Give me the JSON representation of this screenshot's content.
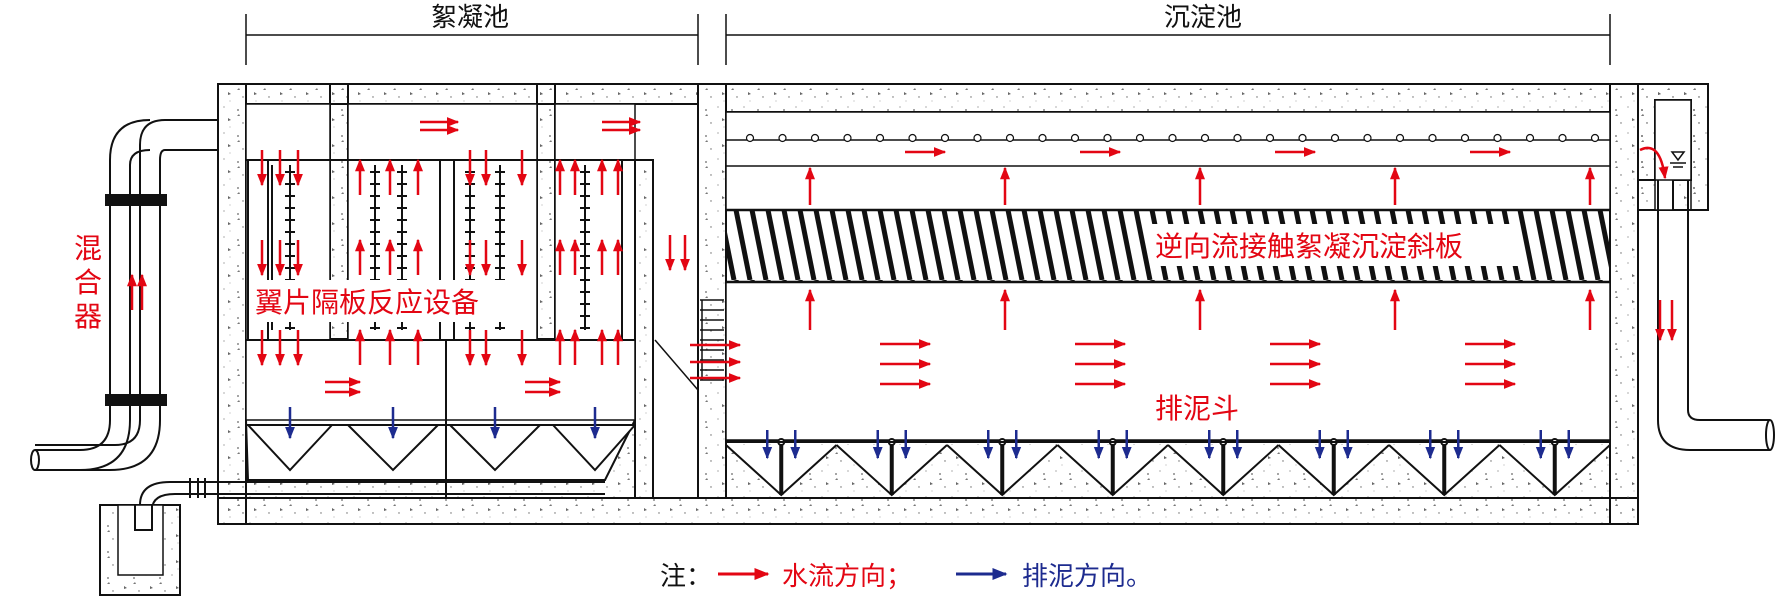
{
  "labels": {
    "flocculation_tank": "絮凝池",
    "sedimentation_tank": "沉淀池",
    "mixer": "混合器",
    "wing_baffle_equipment": "翼片隔板反应设备",
    "inclined_plate": "逆向流接触絮凝沉淀斜板",
    "sludge_hopper": "排泥斗"
  },
  "legend": {
    "prefix": "注：",
    "water_flow": "水流方向；",
    "sludge_discharge": "排泥方向。"
  },
  "colors": {
    "water_flow": "#e30613",
    "sludge_flow": "#1d2b8f",
    "line": "#111111",
    "concrete": "#ffffff",
    "label_bg": "#ffffff"
  },
  "icons": {
    "water_flow_arrow": "red-arrow-icon",
    "sludge_flow_arrow": "blue-arrow-icon",
    "water_level": "water-level-icon"
  }
}
